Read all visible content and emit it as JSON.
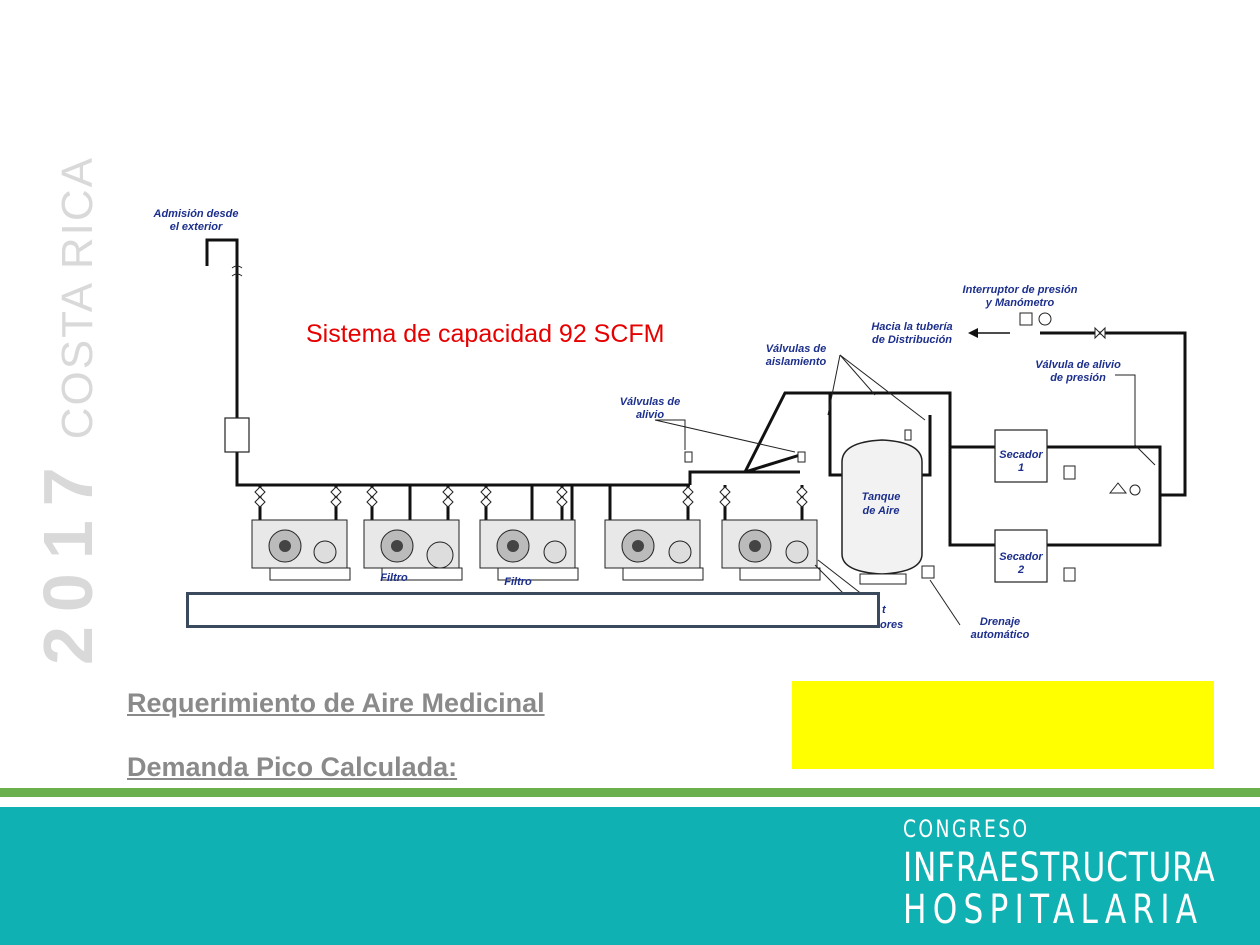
{
  "side": {
    "year": "2017",
    "country": "COSTA RICA"
  },
  "diagram": {
    "capacity_title": "Sistema de capacidad 92 SCFM",
    "labels": {
      "intake_1": "Admisión desde",
      "intake_2": "el exterior",
      "relief_valves_1": "Válvulas de",
      "relief_valves_2": "alivio",
      "isolation_valves_1": "Válvulas de",
      "isolation_valves_2": "aislamiento",
      "distribution_1": "Hacia la tubería",
      "distribution_2": "de Distribución",
      "pressure_switch_1": "Interruptor de presión",
      "pressure_switch_2": "y Manómetro",
      "pressure_relief_1": "Válvula de alivio",
      "pressure_relief_2": "de presión",
      "tank_1": "Tanque",
      "tank_2": "de Aire",
      "dryer1_1": "Secador",
      "dryer1_2": "1",
      "dryer2_1": "Secador",
      "dryer2_2": "2",
      "filter_a": "Filtro",
      "filter_b": "Filtro",
      "partial_1": "t",
      "partial_2": "ores",
      "drain_1": "Drenaje",
      "drain_2": "automático"
    }
  },
  "requirements": {
    "line1": "Requerimiento de Aire Medicinal",
    "line2": "Demanda Pico  Calculada",
    "line2_suffix": ":"
  },
  "footer": {
    "logo_line1": "CONGRESO",
    "logo_line2": "INFRAESTRUCTURA",
    "logo_line3": "HOSPITALARIA",
    "colors": {
      "band": "#10b1b3",
      "stripe": "#6ab04c",
      "highlight": "#ffff00",
      "title": "#e60000",
      "labels": "#1c2f8c"
    }
  }
}
